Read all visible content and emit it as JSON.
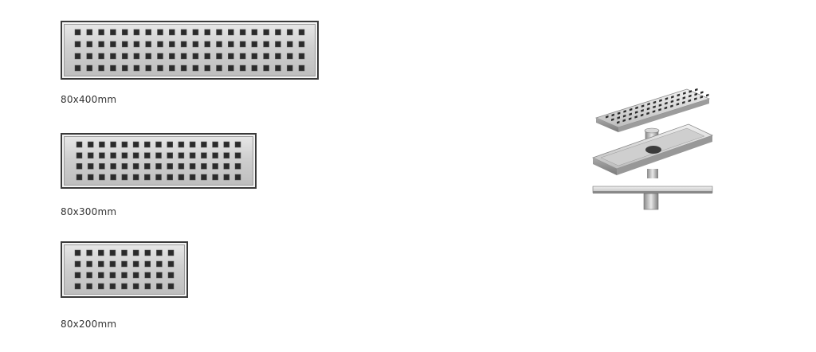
{
  "products": [
    {
      "label": "80x400mm"
    },
    {
      "label": "80x300mm"
    },
    {
      "label": "80x200mm"
    }
  ],
  "colors": {
    "steel_light": "#e6e6e6",
    "steel_mid": "#c4c4c4",
    "steel_dark": "#7a7a7a",
    "hole": "#2b2b2b",
    "frame": "#3a3a3a"
  },
  "icons": {
    "exploded": "drain-exploded-view-image"
  }
}
